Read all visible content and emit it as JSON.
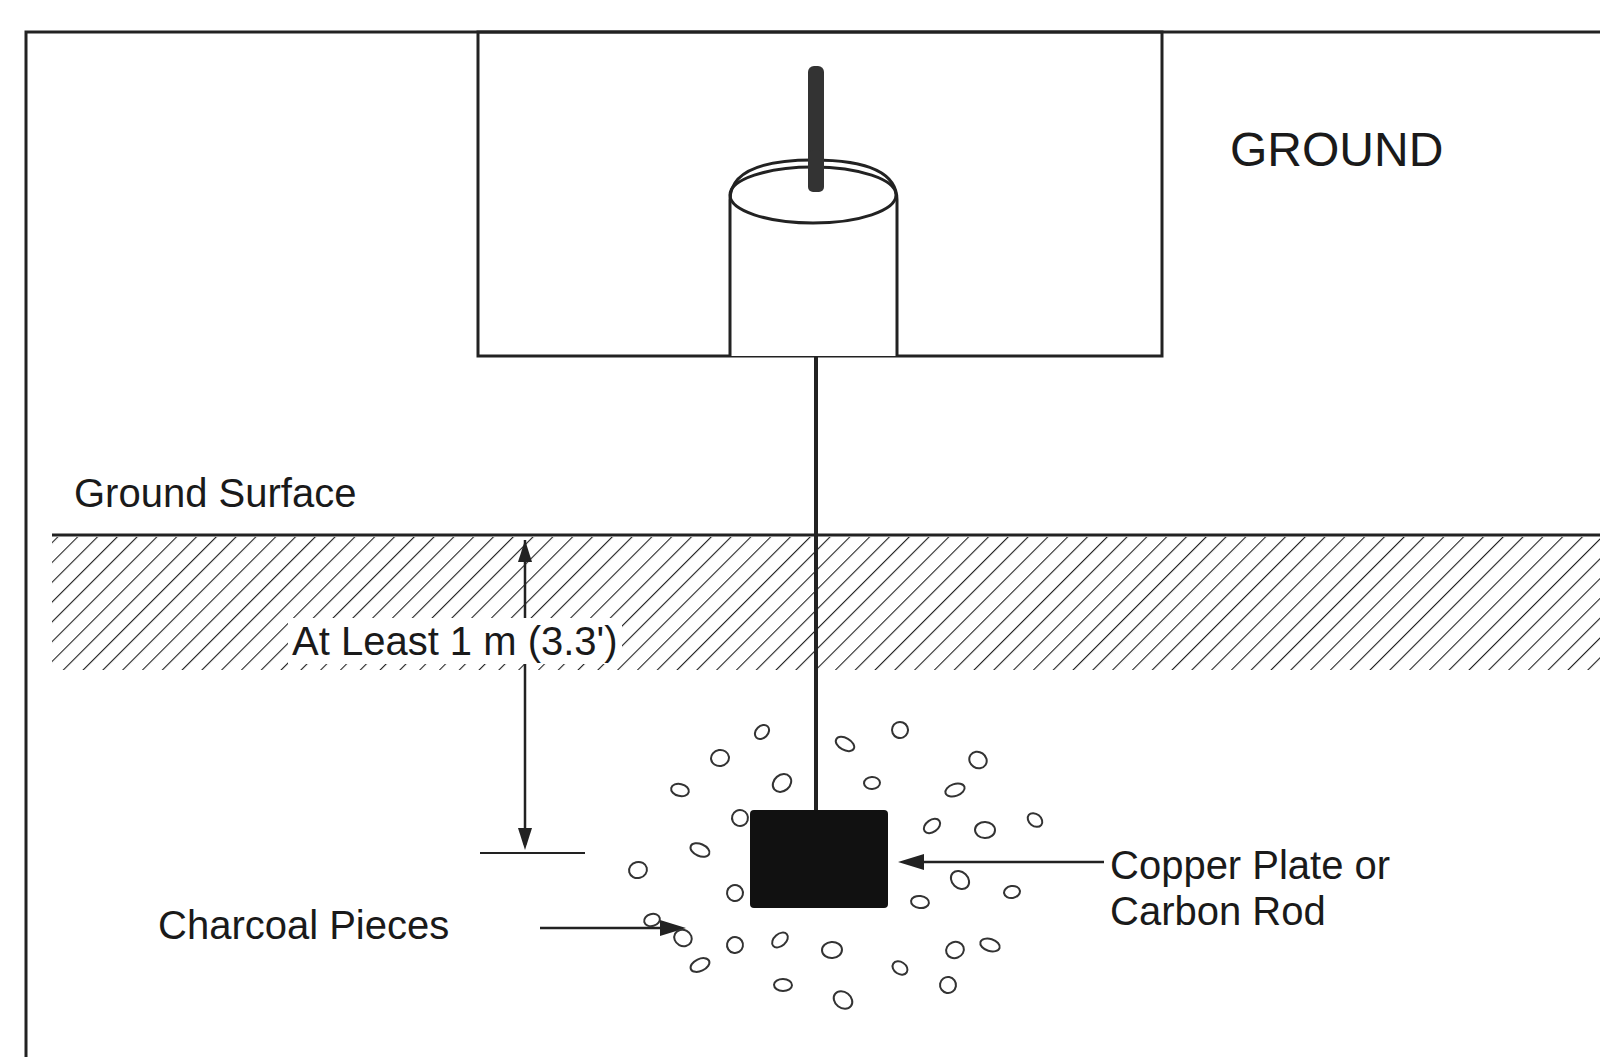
{
  "diagram": {
    "labels": [
      "GROUND",
      "Ground Surface",
      "At Least 1 m (3.3')",
      "Charcoal Pieces",
      "Copper Plate or Carbon Rod"
    ]
  }
}
